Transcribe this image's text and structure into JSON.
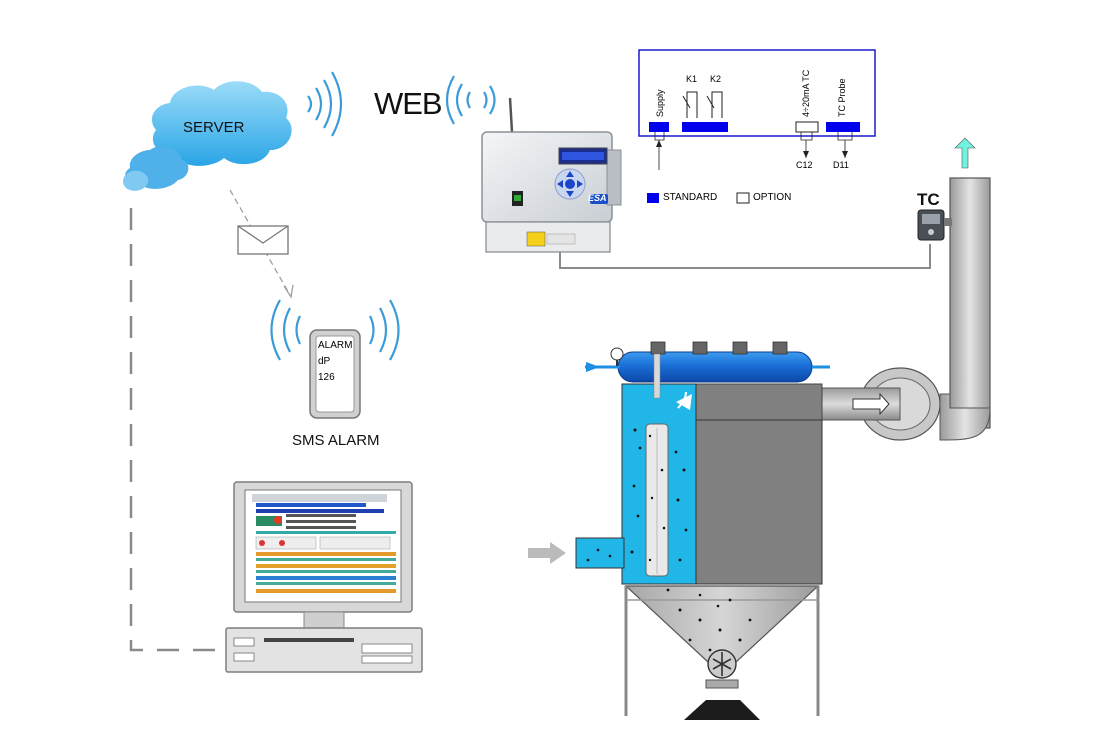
{
  "labels": {
    "web": "WEB",
    "server": "SERVER",
    "sms_alarm": "SMS ALARM",
    "tc": "TC"
  },
  "phone": {
    "line1": "ALARM",
    "line2": "dP",
    "line3": "126"
  },
  "device": {
    "brand": "ESA"
  },
  "terminals": {
    "supply": "Supply",
    "k1": "K1",
    "k2": "K2",
    "analog": "4÷20mA TC",
    "tc_probe": "TC Probe",
    "c12": "C12",
    "d11": "D11"
  },
  "legend": {
    "standard": "STANDARD",
    "option": "OPTION"
  },
  "colors": {
    "standard": "#0000ee",
    "cloud": "#6cc8f2",
    "filter_blue": "#1f86e0",
    "body_grey": "#808080",
    "duct_grey": "#b8b8b8",
    "cyan_panel": "#20b6e8"
  }
}
